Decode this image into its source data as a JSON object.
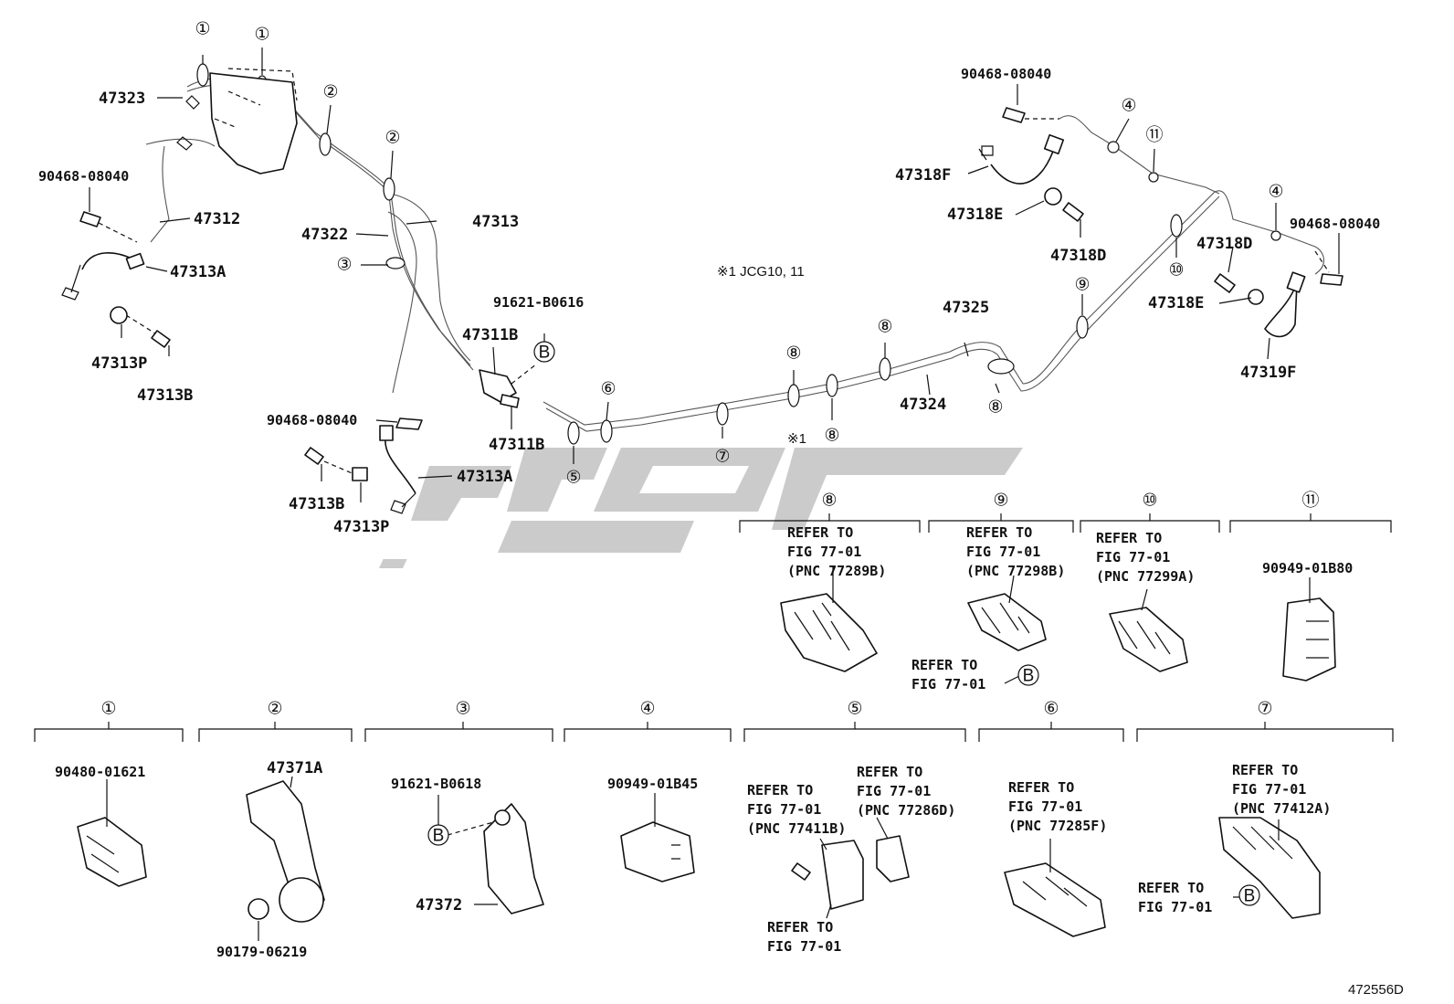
{
  "labels": {
    "l47323": "47323",
    "l90468_a": "90468-08040",
    "l47312": "47312",
    "l47313A_a": "47313A",
    "l47313P_a": "47313P",
    "l47313B_a": "47313B",
    "l47322": "47322",
    "l47313": "47313",
    "l91621_b0616": "91621-B0616",
    "l47311B_a": "47311B",
    "l47311B_b": "47311B",
    "l90468_b": "90468-08040",
    "l47313A_b": "47313A",
    "l47313B_b": "47313B",
    "l47313P_b": "47313P",
    "l90468_c": "90468-08040",
    "l47318F": "47318F",
    "l47318E_a": "47318E",
    "l47318D_a": "47318D",
    "l90468_d": "90468-08040",
    "l47318D_b": "47318D",
    "l47318E_b": "47318E",
    "l47319F": "47319F",
    "l47325": "47325",
    "l47324": "47324",
    "note_jcg": "※1 JCG10, 11",
    "note_star": "※1",
    "l90949_01b80": "90949-01B80",
    "l90480_01621": "90480-01621",
    "l47371A": "47371A",
    "l90179_06219": "90179-06219",
    "l91621_b0618": "91621-B0618",
    "l47372": "47372",
    "l90949_01b45": "90949-01B45",
    "diagram_code": "472556D"
  },
  "refers": {
    "r8": [
      "REFER TO",
      "FIG 77-01",
      "(PNC 77289B)"
    ],
    "r9": [
      "REFER TO",
      "FIG 77-01",
      "(PNC 77298B)"
    ],
    "r9b": [
      "REFER TO",
      "FIG 77-01"
    ],
    "r10": [
      "REFER TO",
      "FIG 77-01",
      "(PNC 77299A)"
    ],
    "r5a": [
      "REFER TO",
      "FIG 77-01",
      "(PNC 77411B)"
    ],
    "r5b": [
      "REFER TO",
      "FIG 77-01",
      "(PNC 77286D)"
    ],
    "r5c": [
      "REFER TO",
      "FIG 77-01"
    ],
    "r6": [
      "REFER TO",
      "FIG 77-01",
      "(PNC 77285F)"
    ],
    "r7": [
      "REFER TO",
      "FIG 77-01",
      "(PNC 77412A)"
    ],
    "r7b": [
      "REFER TO",
      "FIG 77-01"
    ]
  },
  "markers": {
    "one": "①",
    "two": "②",
    "three": "③",
    "four": "④",
    "five": "⑤",
    "six": "⑥",
    "seven": "⑦",
    "eight": "⑧",
    "nine": "⑨",
    "ten": "⑩",
    "eleven": "⑪",
    "B": "B"
  },
  "colors": {
    "line": "#111111",
    "pipe": "#555555",
    "watermark": "#bdbdbd"
  }
}
